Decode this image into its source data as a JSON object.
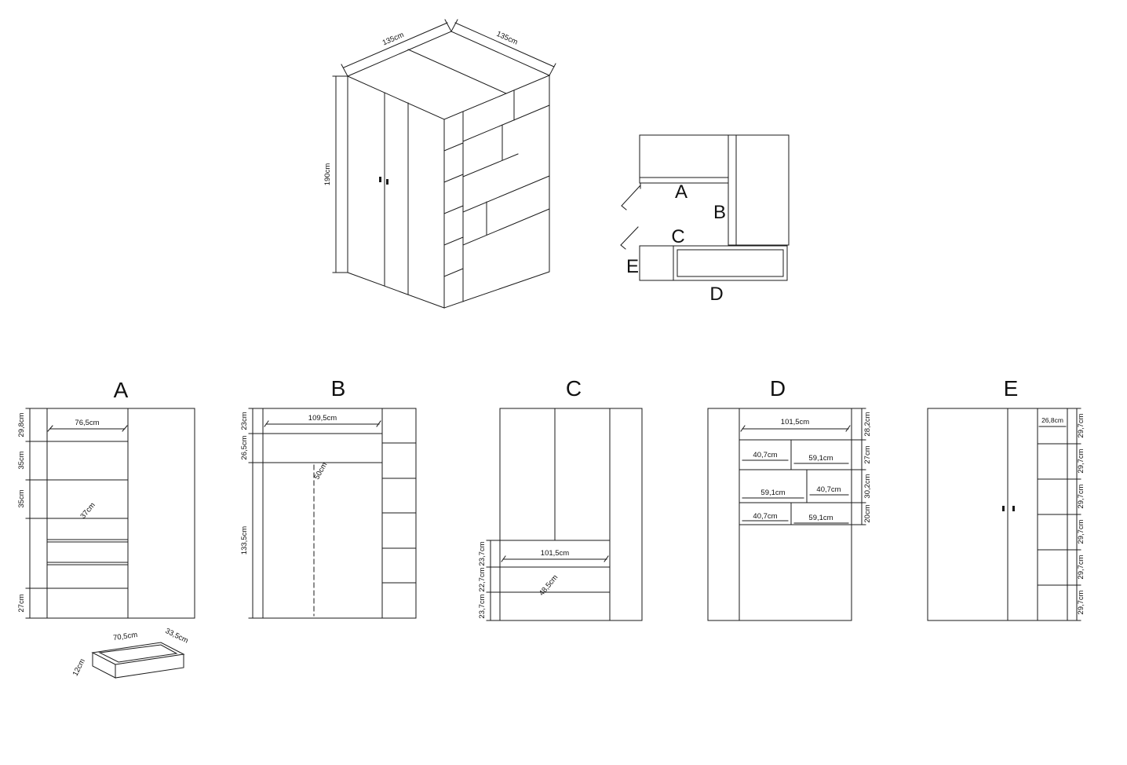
{
  "colors": {
    "ink": "#1a1a1a",
    "background": "#ffffff"
  },
  "drawing": {
    "iso": {
      "height": "190cm",
      "width": "135cm",
      "depth": "135cm"
    },
    "plan": {
      "labels": [
        "A",
        "B",
        "C",
        "D",
        "E"
      ]
    },
    "view_a": {
      "title": "A",
      "left_dims": [
        "29,8cm",
        "35cm",
        "35cm",
        "27cm"
      ],
      "width_dim": "76,5cm",
      "depth_dim": "37cm",
      "drawer": {
        "width": "70,5cm",
        "depth": "33,5cm",
        "height": "12cm"
      }
    },
    "view_b": {
      "title": "B",
      "left_dims": [
        "23cm",
        "26,5cm",
        "133,5cm"
      ],
      "width_dim": "109,5cm",
      "depth_dim": "50cm"
    },
    "view_c": {
      "title": "C",
      "left_dims": [
        "23,7cm",
        "22,7cm",
        "23,7cm"
      ],
      "width_dim": "101,5cm",
      "depth_dim": "48,5cm"
    },
    "view_d": {
      "title": "D",
      "top_dim": "101,5cm",
      "cells": [
        "40,7cm",
        "59,1cm",
        "59,1cm",
        "40,7cm",
        "40,7cm",
        "59,1cm"
      ],
      "right_dims": [
        "28,2cm",
        "27cm",
        "30,2cm",
        "20cm"
      ]
    },
    "view_e": {
      "title": "E",
      "col_width_dim": "26,8cm",
      "right_dims": [
        "29,7cm",
        "29,7cm",
        "29,7cm",
        "29,7cm",
        "29,7cm",
        "29,7cm"
      ]
    }
  }
}
